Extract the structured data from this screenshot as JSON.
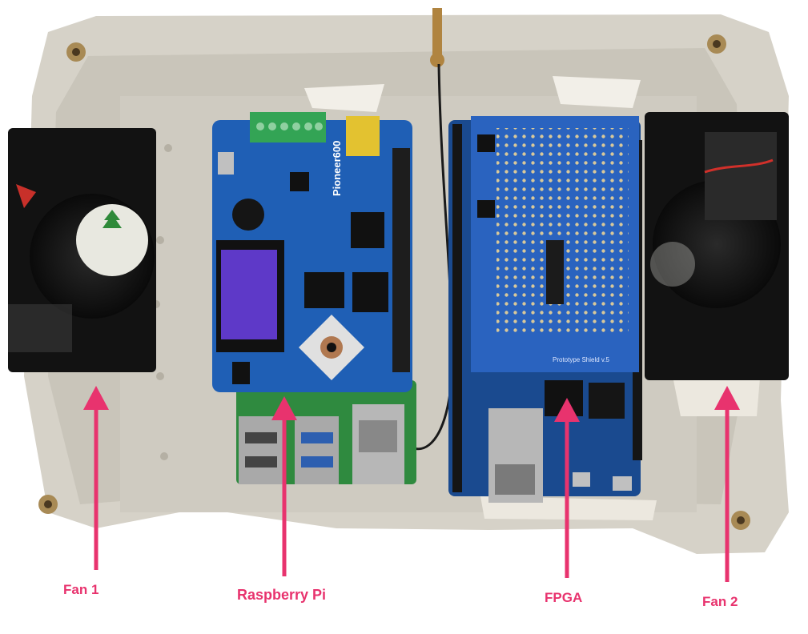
{
  "photo": {
    "labels": {
      "fan1": "Fan 1",
      "raspberry_pi": "Raspberry Pi",
      "fpga": "FPGA",
      "fan2": "Fan 2"
    },
    "board_text": {
      "hat_name": "Pioneer600",
      "shield_name": "Prototype Shield v.5"
    },
    "colors": {
      "annotation": "#e8336e",
      "enclosure": "#d9d5cc",
      "hat_board": "#1f5fb5",
      "fpga_board": "#1a4a8f",
      "fan": "#151515"
    }
  }
}
